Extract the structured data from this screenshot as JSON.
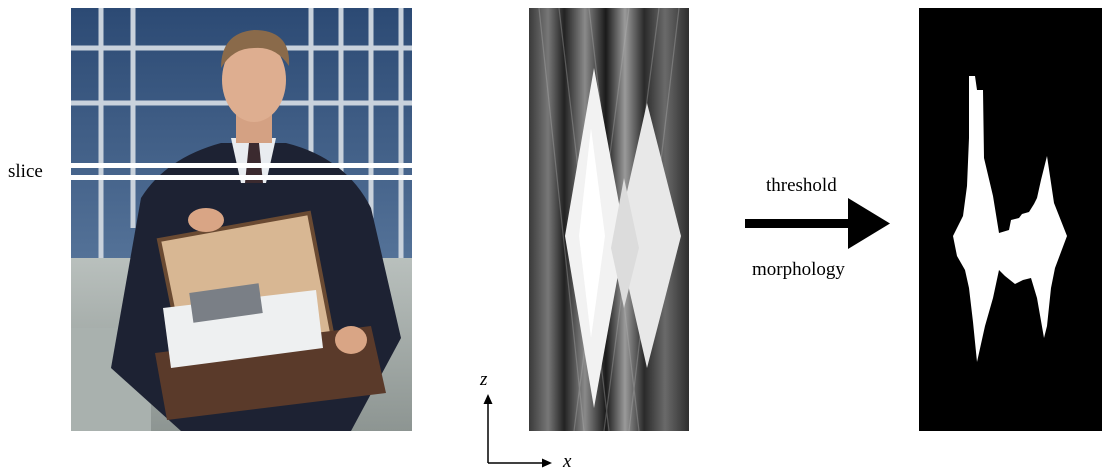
{
  "figure": {
    "slice_label": "slice",
    "axes": {
      "vertical_label": "z",
      "horizontal_label": "x"
    },
    "arrow": {
      "top_label": "threshold",
      "bottom_label": "morphology"
    },
    "panels": [
      {
        "name": "input-photo",
        "content": "photo of a man in a suit carrying an open briefcase in front of a glass building, with two horizontal white lines marking the slice"
      },
      {
        "name": "slice-accumulation-image",
        "content": "grayscale streaked image with bright diamond-shaped regions"
      },
      {
        "name": "binary-mask",
        "content": "black background with white silhouette after thresholding and morphology"
      }
    ]
  }
}
